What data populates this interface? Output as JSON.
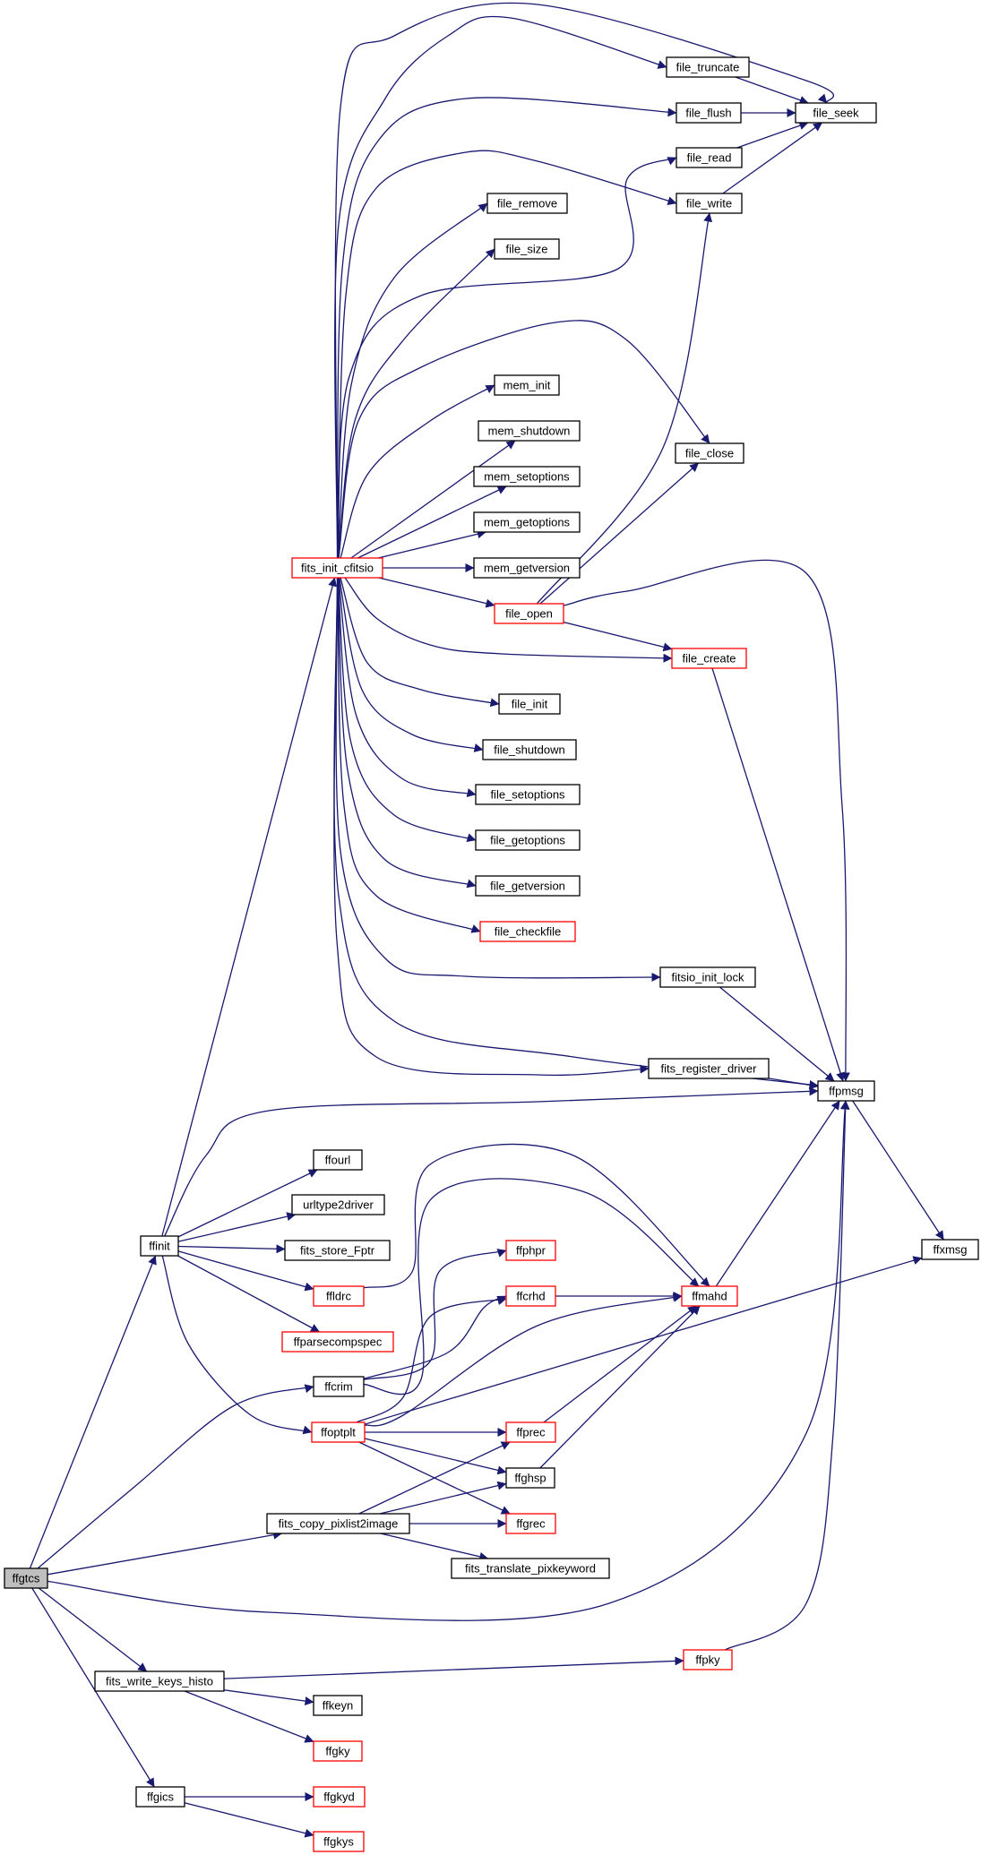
{
  "colors": {
    "edge": "#191970",
    "link_border": "#000000",
    "incomplete_border": "#ff0000",
    "root_fill": "#bfbfbf"
  },
  "nodes": [
    {
      "id": "ffgtcs",
      "label": "ffgtcs",
      "style": "root"
    },
    {
      "id": "ffinit",
      "label": "ffinit",
      "style": "normal"
    },
    {
      "id": "fits_init_cfitsio",
      "label": "fits_init_cfitsio",
      "style": "incomplete"
    },
    {
      "id": "file_truncate",
      "label": "file_truncate",
      "style": "normal"
    },
    {
      "id": "file_flush",
      "label": "file_flush",
      "style": "normal"
    },
    {
      "id": "file_seek",
      "label": "file_seek",
      "style": "normal"
    },
    {
      "id": "file_read",
      "label": "file_read",
      "style": "normal"
    },
    {
      "id": "file_write",
      "label": "file_write",
      "style": "normal"
    },
    {
      "id": "file_remove",
      "label": "file_remove",
      "style": "normal"
    },
    {
      "id": "file_size",
      "label": "file_size",
      "style": "normal"
    },
    {
      "id": "mem_init",
      "label": "mem_init",
      "style": "normal"
    },
    {
      "id": "mem_shutdown",
      "label": "mem_shutdown",
      "style": "normal"
    },
    {
      "id": "mem_setoptions",
      "label": "mem_setoptions",
      "style": "normal"
    },
    {
      "id": "mem_getoptions",
      "label": "mem_getoptions",
      "style": "normal"
    },
    {
      "id": "mem_getversion",
      "label": "mem_getversion",
      "style": "normal"
    },
    {
      "id": "file_close",
      "label": "file_close",
      "style": "normal"
    },
    {
      "id": "file_open",
      "label": "file_open",
      "style": "incomplete"
    },
    {
      "id": "file_create",
      "label": "file_create",
      "style": "incomplete"
    },
    {
      "id": "file_init",
      "label": "file_init",
      "style": "normal"
    },
    {
      "id": "file_shutdown",
      "label": "file_shutdown",
      "style": "normal"
    },
    {
      "id": "file_setoptions",
      "label": "file_setoptions",
      "style": "normal"
    },
    {
      "id": "file_getoptions",
      "label": "file_getoptions",
      "style": "normal"
    },
    {
      "id": "file_getversion",
      "label": "file_getversion",
      "style": "normal"
    },
    {
      "id": "file_checkfile",
      "label": "file_checkfile",
      "style": "incomplete"
    },
    {
      "id": "fitsio_init_lock",
      "label": "fitsio_init_lock",
      "style": "normal"
    },
    {
      "id": "fits_register_driver",
      "label": "fits_register_driver",
      "style": "normal"
    },
    {
      "id": "ffpmsg",
      "label": "ffpmsg",
      "style": "normal"
    },
    {
      "id": "ffxmsg",
      "label": "ffxmsg",
      "style": "normal"
    },
    {
      "id": "ffourl",
      "label": "ffourl",
      "style": "normal"
    },
    {
      "id": "urltype2driver",
      "label": "urltype2driver",
      "style": "normal"
    },
    {
      "id": "fits_store_Fptr",
      "label": "fits_store_Fptr",
      "style": "normal"
    },
    {
      "id": "ffldrc",
      "label": "ffldrc",
      "style": "incomplete"
    },
    {
      "id": "ffparsecompspec",
      "label": "ffparsecompspec",
      "style": "incomplete"
    },
    {
      "id": "ffphpr",
      "label": "ffphpr",
      "style": "incomplete"
    },
    {
      "id": "ffcrhd",
      "label": "ffcrhd",
      "style": "incomplete"
    },
    {
      "id": "ffmahd",
      "label": "ffmahd",
      "style": "incomplete"
    },
    {
      "id": "ffcrim",
      "label": "ffcrim",
      "style": "normal"
    },
    {
      "id": "ffoptplt",
      "label": "ffoptplt",
      "style": "incomplete"
    },
    {
      "id": "ffprec",
      "label": "ffprec",
      "style": "incomplete"
    },
    {
      "id": "ffghsp",
      "label": "ffghsp",
      "style": "normal"
    },
    {
      "id": "fits_copy_pixlist2image",
      "label": "fits_copy_pixlist2image",
      "style": "normal"
    },
    {
      "id": "ffgrec",
      "label": "ffgrec",
      "style": "incomplete"
    },
    {
      "id": "fits_translate_pixkeyword",
      "label": "fits_translate_pixkeyword",
      "style": "normal"
    },
    {
      "id": "fits_write_keys_histo",
      "label": "fits_write_keys_histo",
      "style": "normal"
    },
    {
      "id": "ffpky",
      "label": "ffpky",
      "style": "incomplete"
    },
    {
      "id": "ffkeyn",
      "label": "ffkeyn",
      "style": "normal"
    },
    {
      "id": "ffgky",
      "label": "ffgky",
      "style": "incomplete"
    },
    {
      "id": "ffgics",
      "label": "ffgics",
      "style": "normal"
    },
    {
      "id": "ffgkyd",
      "label": "ffgkyd",
      "style": "incomplete"
    },
    {
      "id": "ffgkys",
      "label": "ffgkys",
      "style": "incomplete"
    }
  ],
  "edges": [
    {
      "from": "ffgtcs",
      "to": "ffinit"
    },
    {
      "from": "ffgtcs",
      "to": "ffcrim"
    },
    {
      "from": "ffgtcs",
      "to": "fits_copy_pixlist2image"
    },
    {
      "from": "ffgtcs",
      "to": "ffpmsg"
    },
    {
      "from": "ffgtcs",
      "to": "fits_write_keys_histo"
    },
    {
      "from": "ffgtcs",
      "to": "ffgics"
    },
    {
      "from": "ffinit",
      "to": "fits_init_cfitsio"
    },
    {
      "from": "ffinit",
      "to": "ffpmsg"
    },
    {
      "from": "ffinit",
      "to": "ffourl"
    },
    {
      "from": "ffinit",
      "to": "urltype2driver"
    },
    {
      "from": "ffinit",
      "to": "fits_store_Fptr"
    },
    {
      "from": "ffinit",
      "to": "ffldrc"
    },
    {
      "from": "ffinit",
      "to": "ffparsecompspec"
    },
    {
      "from": "ffinit",
      "to": "ffoptplt"
    },
    {
      "from": "fits_init_cfitsio",
      "to": "file_truncate"
    },
    {
      "from": "fits_init_cfitsio",
      "to": "file_seek"
    },
    {
      "from": "fits_init_cfitsio",
      "to": "file_flush"
    },
    {
      "from": "fits_init_cfitsio",
      "to": "file_write"
    },
    {
      "from": "fits_init_cfitsio",
      "to": "file_read"
    },
    {
      "from": "fits_init_cfitsio",
      "to": "file_remove"
    },
    {
      "from": "fits_init_cfitsio",
      "to": "file_size"
    },
    {
      "from": "fits_init_cfitsio",
      "to": "file_close"
    },
    {
      "from": "fits_init_cfitsio",
      "to": "mem_init"
    },
    {
      "from": "fits_init_cfitsio",
      "to": "mem_shutdown"
    },
    {
      "from": "fits_init_cfitsio",
      "to": "mem_setoptions"
    },
    {
      "from": "fits_init_cfitsio",
      "to": "mem_getoptions"
    },
    {
      "from": "fits_init_cfitsio",
      "to": "mem_getversion"
    },
    {
      "from": "fits_init_cfitsio",
      "to": "file_open"
    },
    {
      "from": "fits_init_cfitsio",
      "to": "file_create"
    },
    {
      "from": "fits_init_cfitsio",
      "to": "file_init"
    },
    {
      "from": "fits_init_cfitsio",
      "to": "file_shutdown"
    },
    {
      "from": "fits_init_cfitsio",
      "to": "file_setoptions"
    },
    {
      "from": "fits_init_cfitsio",
      "to": "file_getoptions"
    },
    {
      "from": "fits_init_cfitsio",
      "to": "file_getversion"
    },
    {
      "from": "fits_init_cfitsio",
      "to": "file_checkfile"
    },
    {
      "from": "fits_init_cfitsio",
      "to": "fitsio_init_lock"
    },
    {
      "from": "fits_init_cfitsio",
      "to": "ffpmsg"
    },
    {
      "from": "fits_init_cfitsio",
      "to": "fits_register_driver"
    },
    {
      "from": "file_truncate",
      "to": "file_seek"
    },
    {
      "from": "file_flush",
      "to": "file_seek"
    },
    {
      "from": "file_read",
      "to": "file_seek"
    },
    {
      "from": "file_write",
      "to": "file_seek"
    },
    {
      "from": "file_open",
      "to": "file_close"
    },
    {
      "from": "file_open",
      "to": "file_write"
    },
    {
      "from": "file_open",
      "to": "file_create"
    },
    {
      "from": "file_open",
      "to": "ffpmsg"
    },
    {
      "from": "file_create",
      "to": "ffpmsg"
    },
    {
      "from": "fitsio_init_lock",
      "to": "ffpmsg"
    },
    {
      "from": "fits_register_driver",
      "to": "ffpmsg"
    },
    {
      "from": "ffpmsg",
      "to": "ffxmsg"
    },
    {
      "from": "ffldrc",
      "to": "ffmahd"
    },
    {
      "from": "ffcrim",
      "to": "ffmahd"
    },
    {
      "from": "ffcrim",
      "to": "ffphpr"
    },
    {
      "from": "ffcrim",
      "to": "ffcrhd"
    },
    {
      "from": "ffcrhd",
      "to": "ffmahd"
    },
    {
      "from": "ffmahd",
      "to": "ffpmsg"
    },
    {
      "from": "ffoptplt",
      "to": "ffcrhd"
    },
    {
      "from": "ffoptplt",
      "to": "ffmahd"
    },
    {
      "from": "ffoptplt",
      "to": "ffxmsg"
    },
    {
      "from": "ffoptplt",
      "to": "ffprec"
    },
    {
      "from": "ffoptplt",
      "to": "ffghsp"
    },
    {
      "from": "ffoptplt",
      "to": "ffgrec"
    },
    {
      "from": "ffprec",
      "to": "ffmahd"
    },
    {
      "from": "ffghsp",
      "to": "ffmahd"
    },
    {
      "from": "fits_copy_pixlist2image",
      "to": "ffprec"
    },
    {
      "from": "fits_copy_pixlist2image",
      "to": "ffghsp"
    },
    {
      "from": "fits_copy_pixlist2image",
      "to": "ffgrec"
    },
    {
      "from": "fits_copy_pixlist2image",
      "to": "fits_translate_pixkeyword"
    },
    {
      "from": "fits_write_keys_histo",
      "to": "ffpky"
    },
    {
      "from": "fits_write_keys_histo",
      "to": "ffkeyn"
    },
    {
      "from": "fits_write_keys_histo",
      "to": "ffgky"
    },
    {
      "from": "ffpky",
      "to": "ffpmsg"
    },
    {
      "from": "ffgics",
      "to": "ffgkyd"
    },
    {
      "from": "ffgics",
      "to": "ffgkys"
    }
  ]
}
